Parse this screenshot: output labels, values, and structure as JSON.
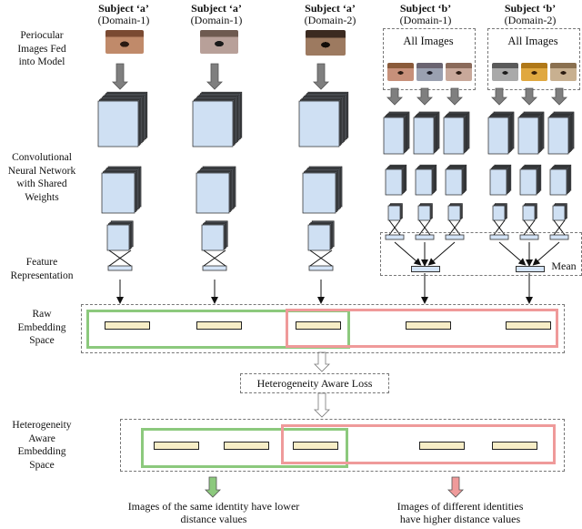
{
  "subjects": [
    {
      "name": "Subject ‘a’",
      "domain": "(Domain-1)"
    },
    {
      "name": "Subject ‘a’",
      "domain": "(Domain-1)"
    },
    {
      "name": "Subject ‘a’",
      "domain": "(Domain-2)"
    },
    {
      "name": "Subject ‘b’",
      "domain": "(Domain-1)"
    },
    {
      "name": "Subject ‘b’",
      "domain": "(Domain-2)"
    }
  ],
  "row_labels": {
    "input": [
      "Periocular",
      "Images Fed",
      "into Model"
    ],
    "cnn": [
      "Convolutional",
      "Neural Network",
      "with Shared",
      "Weights"
    ],
    "feature": [
      "Feature",
      "Representation"
    ],
    "raw": [
      "Raw",
      "Embedding",
      "Space"
    ],
    "hetero": [
      "Heterogeneity",
      "Aware",
      "Embedding",
      "Space"
    ]
  },
  "all_images_label": "All Images",
  "mean_label": "Mean",
  "loss_label": "Heterogeneity Aware Loss",
  "caption_same": [
    "Images of the same identity have lower",
    "distance values"
  ],
  "caption_diff": [
    "Images of different identities",
    "have higher distance values"
  ],
  "colors": {
    "same_identity": "#8cc97d",
    "different_identity": "#ef9a9a",
    "layer_fill": "#cfe0f3",
    "embedding_fill": "#f7edc6",
    "arrow_gray": "#7f7f7f"
  }
}
